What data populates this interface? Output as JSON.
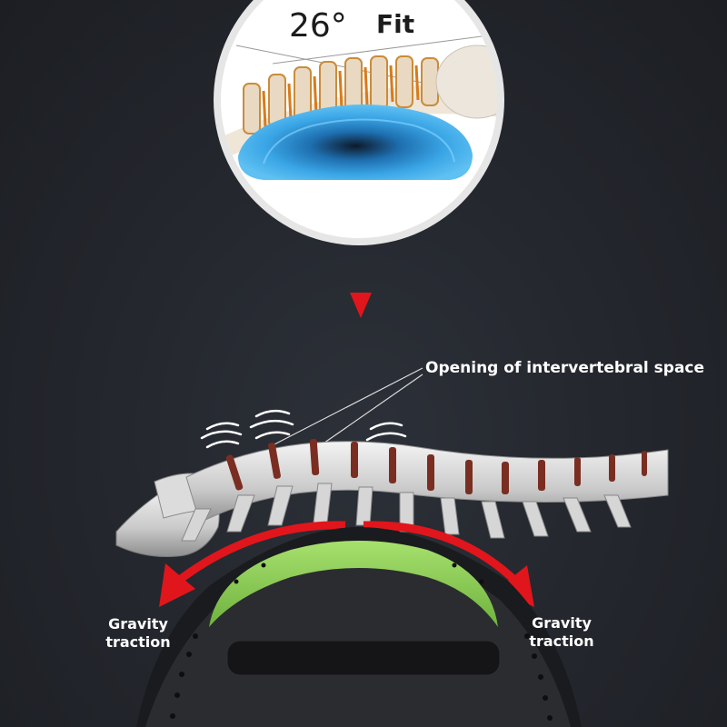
{
  "inset": {
    "angle_label": "26°",
    "fit_label": "Fit"
  },
  "callout": {
    "text": "Opening of intervertebral space"
  },
  "traction": {
    "left_line1": "Gravity",
    "left_line2": "traction",
    "right_line1": "Gravity",
    "right_line2": "traction"
  },
  "colors": {
    "background": "#23262d",
    "pad_blue": "#3aa6e6",
    "arrow_red": "#e0161c",
    "stretcher_green": "#8ed15a",
    "disc_brown": "#7a2e22"
  }
}
